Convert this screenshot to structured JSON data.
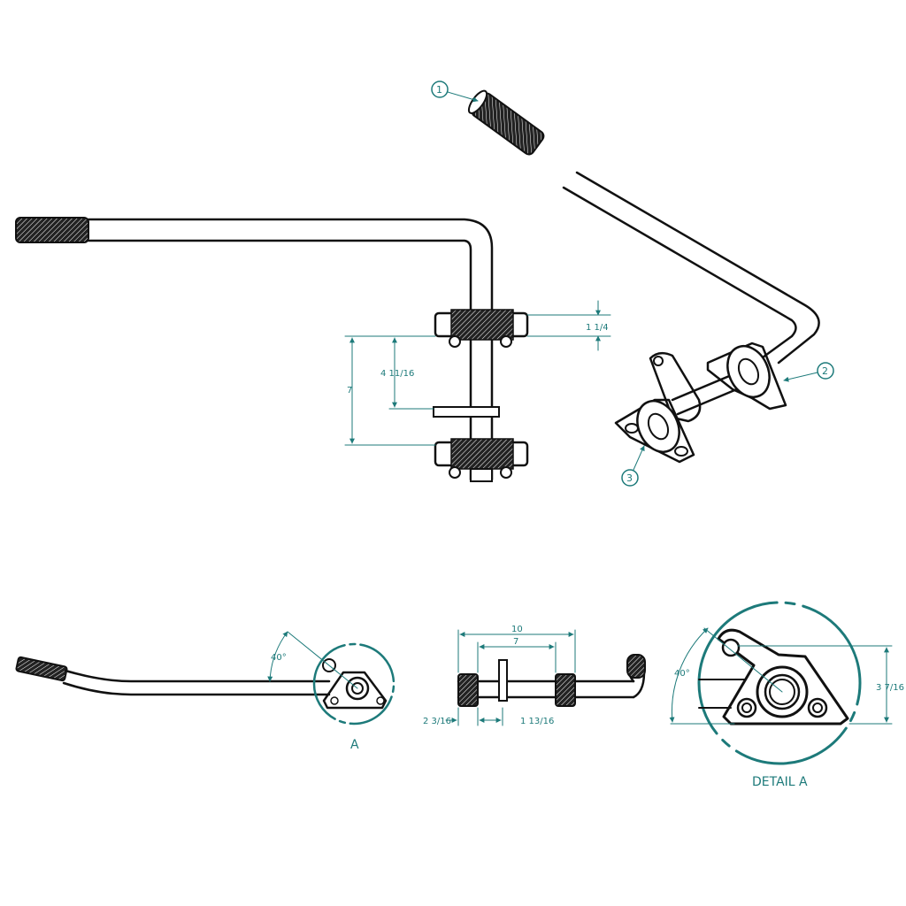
{
  "drawing": {
    "balloons": [
      "1",
      "2",
      "3"
    ],
    "dimensions": {
      "top_thickness": "1 1/4",
      "top_spacing": "4 11/16",
      "top_overall": "7",
      "angle": "40°",
      "front_overall": "10",
      "front_inner": "7",
      "front_left_offset": "2 3/16",
      "front_mid_offset": "1 13/16",
      "detail_height": "3 7/16",
      "detail_angle": "40°"
    },
    "view_label": "A",
    "detail_label": "DETAIL A"
  },
  "colors": {
    "line": "#111111",
    "annotation": "#1d7a7a"
  }
}
